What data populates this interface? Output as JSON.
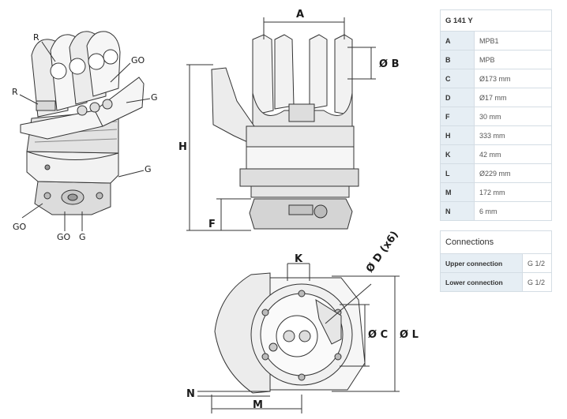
{
  "product": "G 141 Y",
  "specs": [
    {
      "key": "A",
      "value": "MPB1"
    },
    {
      "key": "B",
      "value": "MPB"
    },
    {
      "key": "C",
      "value": "Ø173 mm"
    },
    {
      "key": "D",
      "value": "Ø17 mm"
    },
    {
      "key": "F",
      "value": "30 mm"
    },
    {
      "key": "H",
      "value": "333 mm"
    },
    {
      "key": "K",
      "value": "42 mm"
    },
    {
      "key": "L",
      "value": "Ø229 mm"
    },
    {
      "key": "M",
      "value": "172 mm"
    },
    {
      "key": "N",
      "value": "6 mm"
    }
  ],
  "connections": {
    "title": "Connections",
    "rows": [
      {
        "label": "Upper connection",
        "value": "G 1/2"
      },
      {
        "label": "Lower connection",
        "value": "G 1/2"
      }
    ]
  },
  "diagram": {
    "iso_labels": {
      "r1": "R",
      "r2": "R",
      "go1": "GO",
      "g1": "G",
      "g2": "G",
      "go2": "GO",
      "go3": "GO",
      "g3": "G"
    },
    "side_labels": {
      "a": "A",
      "b": "Ø B",
      "h": "H",
      "f": "F"
    },
    "top_labels": {
      "k": "K",
      "d": "Ø D (x6)",
      "c": "Ø C",
      "l": "Ø L",
      "n": "N",
      "m": "M"
    }
  }
}
